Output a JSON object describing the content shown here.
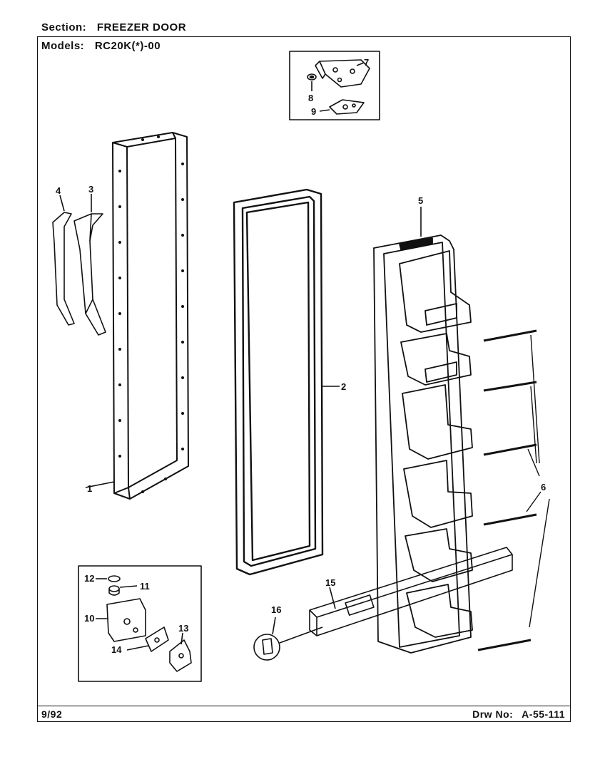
{
  "header": {
    "section_label": "Section:",
    "section_value": "FREEZER DOOR",
    "models_label": "Models:",
    "models_value": "RC20K(*)-00"
  },
  "footer": {
    "date": "9/92",
    "drawing_label": "Drw No:",
    "drawing_number": "A-55-111"
  },
  "callouts": {
    "c1": "1",
    "c2": "2",
    "c3": "3",
    "c4": "4",
    "c5": "5",
    "c6": "6",
    "c7": "7",
    "c8": "8",
    "c9": "9",
    "c10": "10",
    "c11": "11",
    "c12": "12",
    "c13": "13",
    "c14": "14",
    "c15": "15",
    "c16": "16"
  }
}
